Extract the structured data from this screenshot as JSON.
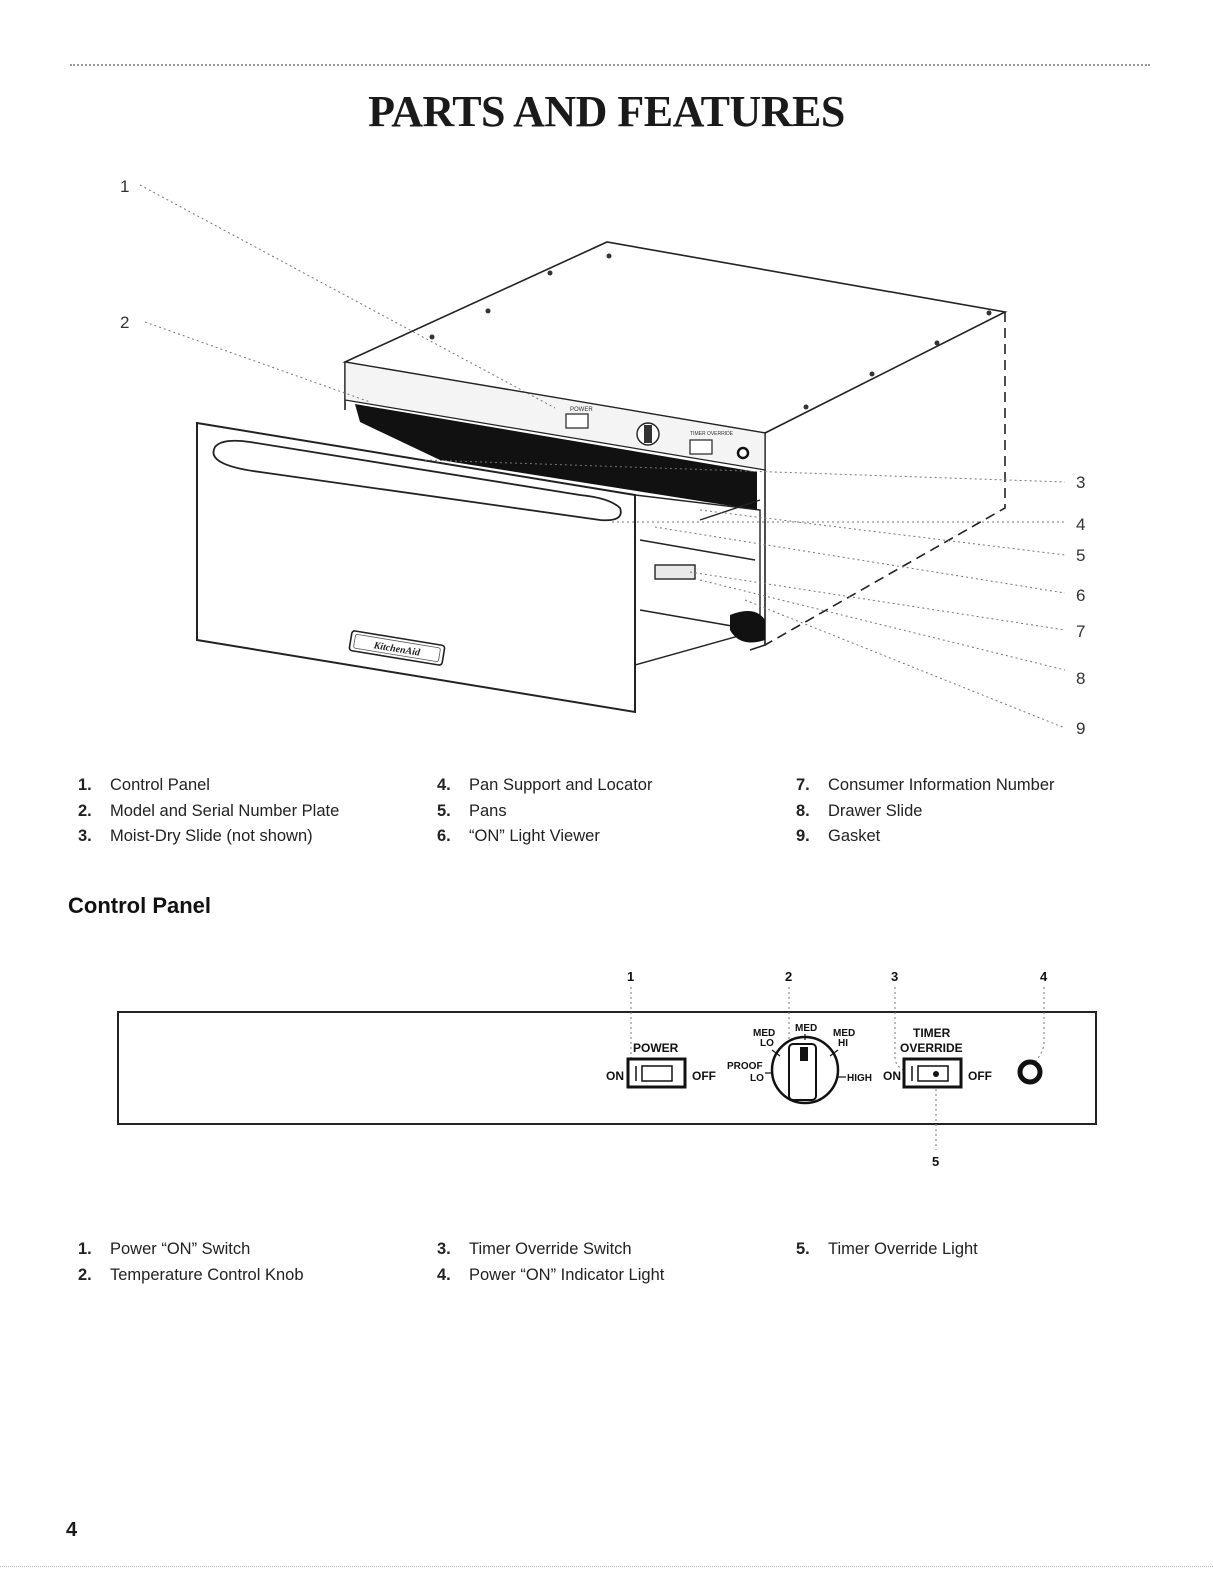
{
  "page": {
    "title": "PARTS AND FEATURES",
    "page_number": "4"
  },
  "figure": {
    "brand": "KitchenAid",
    "callouts": [
      "1",
      "2",
      "3",
      "4",
      "5",
      "6",
      "7",
      "8",
      "9"
    ],
    "drawer_panel_labels": {
      "power": "POWER",
      "timer_override": "TIMER OVERRIDE"
    }
  },
  "parts": [
    {
      "num": "1.",
      "label": "Control Panel"
    },
    {
      "num": "2.",
      "label": "Model and Serial Number Plate"
    },
    {
      "num": "3.",
      "label": "Moist-Dry Slide (not shown)"
    },
    {
      "num": "4.",
      "label": "Pan Support and Locator"
    },
    {
      "num": "5.",
      "label": "Pans"
    },
    {
      "num": "6.",
      "label": "“ON” Light Viewer"
    },
    {
      "num": "7.",
      "label": "Consumer Information Number"
    },
    {
      "num": "8.",
      "label": "Drawer Slide"
    },
    {
      "num": "9.",
      "label": "Gasket"
    }
  ],
  "control_panel": {
    "heading": "Control Panel",
    "callouts": [
      "1",
      "2",
      "3",
      "4",
      "5"
    ],
    "labels": {
      "power": "POWER",
      "on": "ON",
      "off": "OFF",
      "med_lo_1": "MED",
      "med_lo_2": "LO",
      "med": "MED",
      "med_hi_1": "MED",
      "med_hi_2": "HI",
      "proof": "PROOF",
      "lo": "LO",
      "high": "HIGH",
      "timer": "TIMER",
      "override": "OVERRIDE",
      "timer_on": "ON",
      "timer_off": "OFF"
    },
    "items": [
      {
        "num": "1.",
        "label": "Power “ON” Switch"
      },
      {
        "num": "2.",
        "label": "Temperature Control Knob"
      },
      {
        "num": "3.",
        "label": "Timer Override Switch"
      },
      {
        "num": "4.",
        "label": "Power “ON” Indicator Light"
      },
      {
        "num": "5.",
        "label": "Timer Override Light"
      }
    ]
  }
}
